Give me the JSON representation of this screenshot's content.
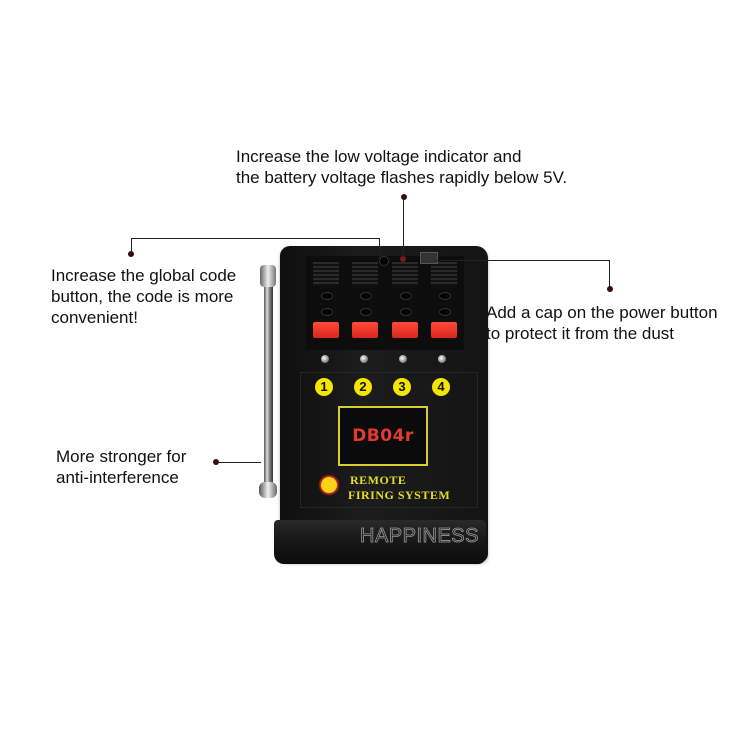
{
  "callouts": {
    "low_voltage": "Increase the low voltage indicator and\nthe battery voltage flashes rapidly below 5V.",
    "global_code": "Increase the global code\nbutton, the code is more\nconvenient!",
    "power_cap": "Add a cap on the power button\nto protect it from the dust",
    "antenna": "More stronger for\nanti-interference"
  },
  "device": {
    "channels": [
      "1",
      "2",
      "3",
      "4"
    ],
    "model": "DB04r",
    "label_line1": "REMOTE",
    "label_line2": "FIRING SYSTEM",
    "watermark": "HAPPINESS",
    "colors": {
      "body": "#141414",
      "lever": "#e8301f",
      "badge": "#f5e600",
      "model_text": "#e23a2e",
      "label_text": "#e5dc2a"
    }
  }
}
